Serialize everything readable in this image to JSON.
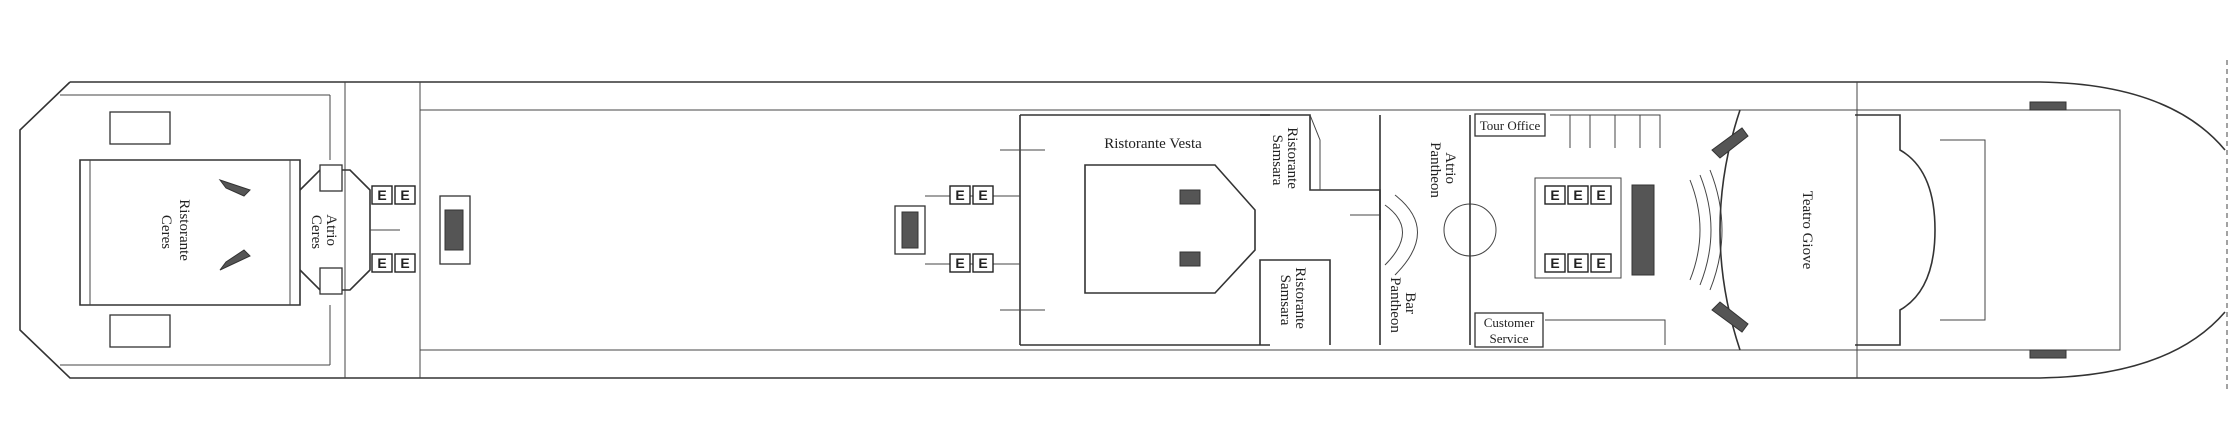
{
  "deck": {
    "venues": {
      "ristorante_ceres": [
        "Ristorante",
        "Ceres"
      ],
      "atrio_ceres": [
        "Atrio",
        "Ceres"
      ],
      "ristorante_vesta": "Ristorante Vesta",
      "ristorante_samsara_top": [
        "Ristorante",
        "Samsara"
      ],
      "ristorante_samsara_bottom": [
        "Ristorante",
        "Samsara"
      ],
      "atrio_pantheon": [
        "Atrio",
        "Pantheon"
      ],
      "bar_pantheon": [
        "Bar",
        "Pantheon"
      ],
      "tour_office": "Tour Office",
      "customer_service": [
        "Customer",
        "Service"
      ],
      "teatro_giove": "Teatro Giove"
    },
    "elevator_symbol": "E"
  }
}
